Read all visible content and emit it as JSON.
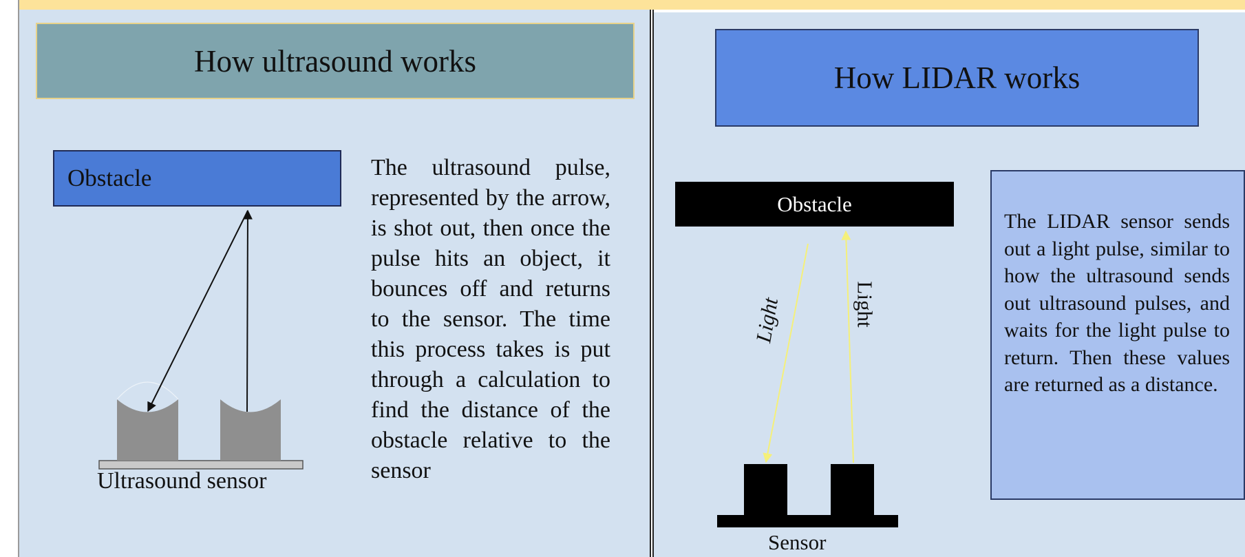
{
  "left_panel": {
    "title": "How ultrasound works",
    "obstacle_label": "Obstacle",
    "sensor_label": "Ultrasound sensor",
    "description": "The ultrasound pulse, represented by the arrow, is shot out, then once the pulse hits an object, it bounces off and returns to the sensor. The time this process takes is put through a calculation to find the distance of the obstacle relative to the sensor"
  },
  "right_panel": {
    "title": "How LIDAR works",
    "obstacle_label": "Obstacle",
    "sensor_label": "Sensor",
    "beam_label_out": "Light",
    "beam_label_return": "Light",
    "description": "The LIDAR sensor sends out a light pulse, similar to how the ultrasound sends out ultrasound pulses, and waits for the light pulse to return. Then these values are returned as a distance."
  },
  "colors": {
    "top_bar": "#fde39a",
    "panel_bg": "#d3e1f0",
    "left_title_bg": "#7fa4ad",
    "right_title_bg": "#5b89e2",
    "obstacle_blue": "#4a7bd6",
    "lidar_text_box": "#a9c1ef",
    "light_beam": "#f5f07a",
    "sensor_gray": "#8f8f8f"
  }
}
